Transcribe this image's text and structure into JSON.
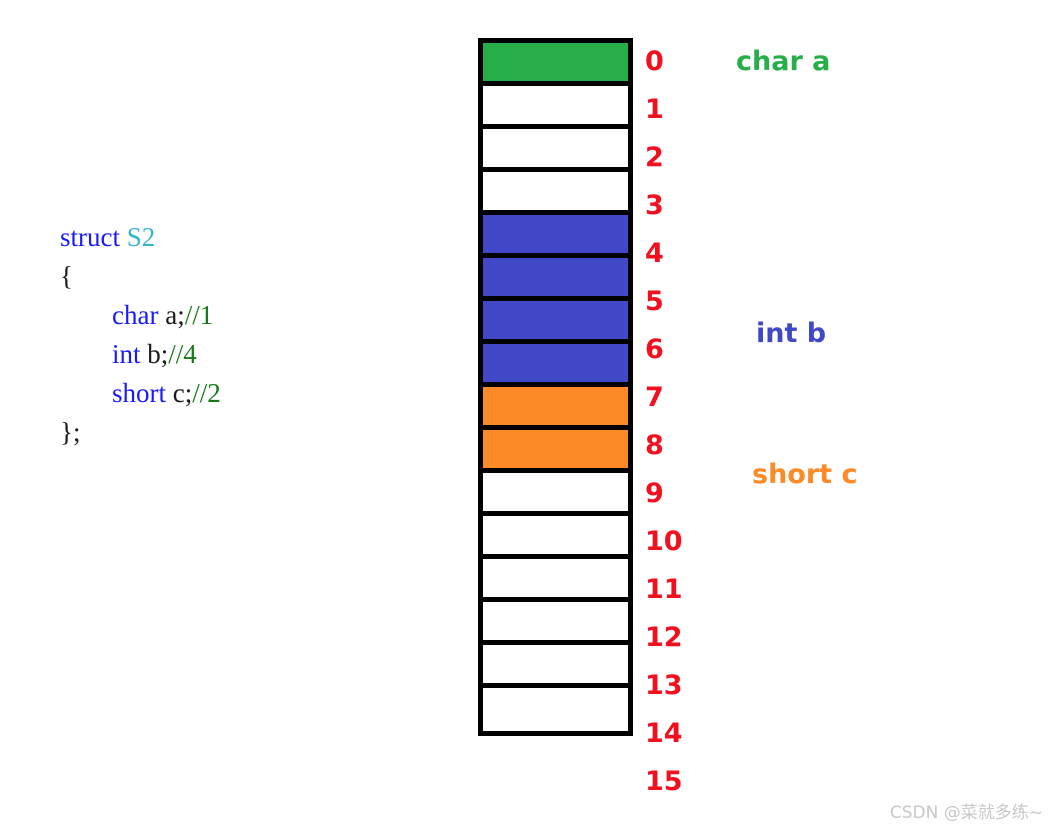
{
  "code": {
    "lines": [
      {
        "id": "line-struct",
        "parts": [
          {
            "text": "struct ",
            "cls": "tok-kw"
          },
          {
            "text": "S2",
            "cls": "tok-type"
          }
        ]
      },
      {
        "id": "line-open-brace",
        "parts": [
          {
            "text": "{",
            "cls": "tok-id"
          }
        ]
      },
      {
        "id": "line-char-a",
        "indent": true,
        "parts": [
          {
            "text": "char ",
            "cls": "tok-kw"
          },
          {
            "text": "a;",
            "cls": "tok-id"
          },
          {
            "text": "//1",
            "cls": "tok-cmt"
          }
        ]
      },
      {
        "id": "line-int-b",
        "indent": true,
        "parts": [
          {
            "text": "int ",
            "cls": "tok-kw"
          },
          {
            "text": "b;",
            "cls": "tok-id"
          },
          {
            "text": "//4",
            "cls": "tok-cmt"
          }
        ]
      },
      {
        "id": "line-short-c",
        "indent": true,
        "parts": [
          {
            "text": "short ",
            "cls": "tok-kw"
          },
          {
            "text": "c;",
            "cls": "tok-id"
          },
          {
            "text": "//2",
            "cls": "tok-cmt"
          }
        ]
      },
      {
        "id": "line-close-brace",
        "parts": [
          {
            "text": "};",
            "cls": "tok-id"
          }
        ]
      }
    ]
  },
  "colors": {
    "char_a": "#27ae48",
    "int_b": "#4048c8",
    "short_c": "#fc8a26",
    "empty": "#ffffff",
    "border": "#000000",
    "index_text": "#f20f1e",
    "watermark": "#c8c8c8"
  },
  "memory": {
    "total_bytes": 16,
    "cells": [
      {
        "index": "0",
        "fill": "#27ae48",
        "field": "char a"
      },
      {
        "index": "1",
        "fill": "#ffffff",
        "field": ""
      },
      {
        "index": "2",
        "fill": "#ffffff",
        "field": ""
      },
      {
        "index": "3",
        "fill": "#ffffff",
        "field": ""
      },
      {
        "index": "4",
        "fill": "#4048c8",
        "field": "int b"
      },
      {
        "index": "5",
        "fill": "#4048c8",
        "field": "int b"
      },
      {
        "index": "6",
        "fill": "#4048c8",
        "field": "int b"
      },
      {
        "index": "7",
        "fill": "#4048c8",
        "field": "int b"
      },
      {
        "index": "8",
        "fill": "#fc8a26",
        "field": "short c"
      },
      {
        "index": "9",
        "fill": "#fc8a26",
        "field": "short c"
      },
      {
        "index": "10",
        "fill": "#ffffff",
        "field": ""
      },
      {
        "index": "11",
        "fill": "#ffffff",
        "field": ""
      },
      {
        "index": "12",
        "fill": "#ffffff",
        "field": ""
      },
      {
        "index": "13",
        "fill": "#ffffff",
        "field": ""
      },
      {
        "index": "14",
        "fill": "#ffffff",
        "field": ""
      },
      {
        "index": "15",
        "fill": "#ffffff",
        "field": ""
      }
    ]
  },
  "labels": {
    "char_a": "char a",
    "int_b": "int b",
    "short_c": "short c"
  },
  "watermark": {
    "text": "CSDN @菜就多练~"
  }
}
